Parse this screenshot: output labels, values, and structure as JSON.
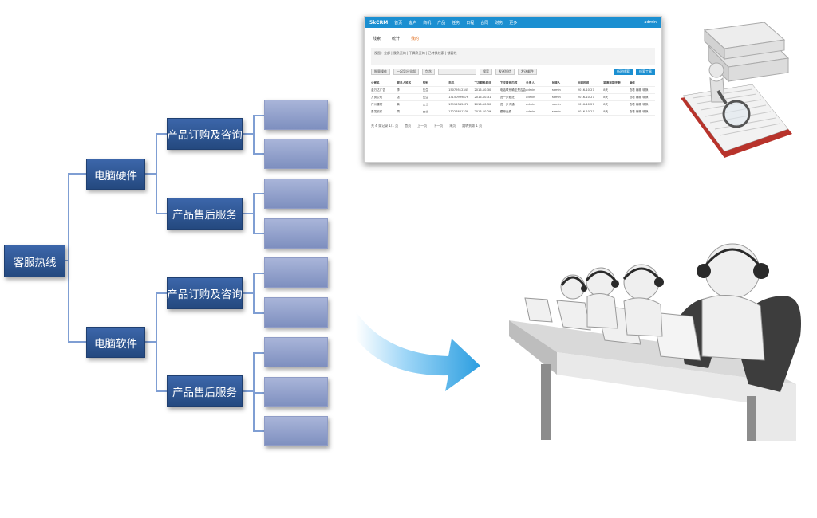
{
  "tree": {
    "root": "客服热线",
    "branches": [
      {
        "label": "电脑硬件",
        "children": [
          {
            "label": "产品订购及咨询"
          },
          {
            "label": "产品售后服务"
          }
        ]
      },
      {
        "label": "电脑软件",
        "children": [
          {
            "label": "产品订购及咨询"
          },
          {
            "label": "产品售后服务"
          }
        ]
      }
    ]
  },
  "crm": {
    "logo": "5kCRM",
    "nav": [
      "首页",
      "客户",
      "商机",
      "产品",
      "任务",
      "日程",
      "合同",
      "财务",
      "更多"
    ],
    "user": "admin",
    "tabs": [
      "线索",
      "统计",
      "我的"
    ],
    "filter_text": "视图：全部 | 我负责的 | 下属负责的 | 已转换线索 | 锁客线",
    "toolbar": [
      "批量操作",
      "一起导出全部",
      "包含",
      "搜索",
      "发送短信",
      "发送邮件",
      "新建线索",
      "线索工具"
    ],
    "headers": [
      "公司名",
      "联系人姓名",
      "性别",
      "手机",
      "下次联系时间",
      "下次联系内容",
      "负责人",
      "创建人",
      "创建时间",
      "距离到期天数",
      "操作"
    ],
    "rows": [
      [
        "金万达广告",
        "李",
        "先生",
        "15079512345",
        "2016-10-30",
        "电话联系确定是否会访",
        "admin",
        "admin",
        "2016-10-27",
        "8天",
        "查看 编辑 转换"
      ],
      [
        "方勇公司",
        "张",
        "先生",
        "13150999876",
        "2016-10-31",
        "进一步跟进",
        "admin",
        "admin",
        "2016-10-27",
        "8天",
        "查看 编辑 转换"
      ],
      [
        "广州建材",
        "黄",
        "女士",
        "13912345678",
        "2016-10-30",
        "进一步沟通",
        "admin",
        "admin",
        "2016-10-27",
        "8天",
        "查看 编辑 转换"
      ],
      [
        "善发软件",
        "周",
        "女士",
        "13227661238",
        "2016-10-29",
        "跟踪运费",
        "admin",
        "admin",
        "2016-10-27",
        "8天",
        "查看 编辑 转换"
      ]
    ],
    "pager": [
      "共 4 条记录 1/1 页",
      "首页",
      "上一页",
      "下一页",
      "末页",
      "跳转到第 1 页"
    ]
  },
  "colors": {
    "node_dark": "#2c5491",
    "leaf_light": "#9aa8d3",
    "line": "#7f9ed3",
    "crm_header": "#1b8fd1",
    "arrow": "#3fa9e5"
  }
}
